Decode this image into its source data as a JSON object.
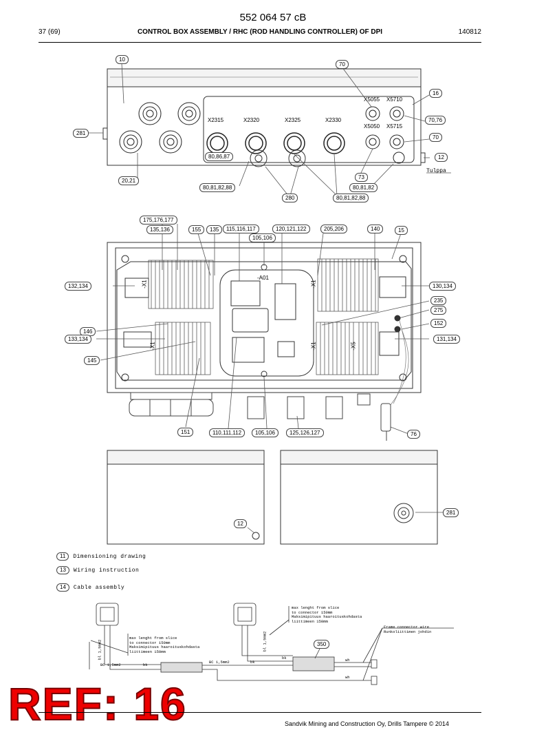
{
  "header": {
    "doc_number": "552 064 57 cB",
    "page": "37 (69)",
    "title": "CONTROL BOX ASSEMBLY / RHC (ROD HANDLING CONTROLLER) OF DPI",
    "date": "140812"
  },
  "top_view": {
    "connectors": [
      "X2315",
      "X2320",
      "X2325",
      "X2330",
      "X5055",
      "X5710",
      "X5050",
      "X5715"
    ],
    "tulppa": "Tulppa",
    "callouts": [
      "10",
      "70",
      "16",
      "70,76",
      "70",
      "12",
      "281",
      "20,21",
      "80,86,87",
      "80,81,82,88",
      "73",
      "80,81,82",
      "280",
      "80,81,82,88"
    ]
  },
  "inner_view": {
    "labels": [
      "-A01",
      "-X1",
      "-X1",
      "-X1",
      "-X1",
      "-X5"
    ],
    "callouts": [
      "175,176,177",
      "135,136",
      "155",
      "135",
      "115,116,117",
      "105,106",
      "120,121,122",
      "205,206",
      "140",
      "15",
      "132,134",
      "130,134",
      "235",
      "275",
      "152",
      "146",
      "133,134",
      "131,134",
      "145",
      "151",
      "110,111,112",
      "105,106",
      "125,126,127",
      "76"
    ]
  },
  "lid_view": {
    "callouts": [
      "12",
      "281"
    ]
  },
  "notes": [
    {
      "num": "11",
      "text": "Dimensioning drawing"
    },
    {
      "num": "13",
      "text": "Wiring instruction"
    },
    {
      "num": "14",
      "text": "Cable assembly"
    }
  ],
  "cable": {
    "callout": "350",
    "note_left": "max lenght from slice\nto connector 150mm\nMaksimipituus haaroituskohdasta\nliittimeen 150mm",
    "note_right": "max lenght from slice\nto connector 150mm\nMaksimipituus haaroituskohdasta\nliittimeen 150mm",
    "frame_note": "Frame connector wire\nRunkoliittimen johdin",
    "wire_labels": [
      "BC 1,5mm2",
      "bk",
      "BC 1,5mm2",
      "bk",
      "bk",
      "wh",
      "wh",
      "bl 1,5mm2",
      "bl 1,5mm2"
    ]
  },
  "watermark": "REF: 16",
  "footer": "Sandvik Mining and Construction Oy, Drills Tampere © 2014"
}
